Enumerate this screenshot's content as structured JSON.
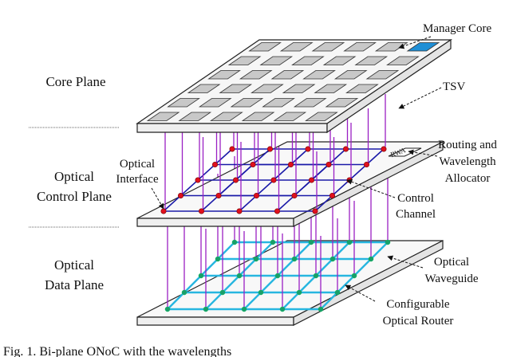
{
  "labels": {
    "core_plane": "Core Plane",
    "optical_control_plane": [
      "Optical",
      "Control Plane"
    ],
    "optical_data_plane": [
      "Optical",
      "Data Plane"
    ],
    "manager_core": "Manager Core",
    "tsv": "TSV",
    "routing_allocator": [
      "Routing and",
      "Wavelength",
      "Allocator"
    ],
    "rwa": "RWA",
    "optical_interface": [
      "Optical",
      "Interface"
    ],
    "control_channel": [
      "Control",
      "Channel"
    ],
    "optical_waveguide": [
      "Optical",
      "Waveguide"
    ],
    "configurable_router": [
      "Configurable",
      "Optical Router"
    ],
    "caption": "Fig. 1.   Bi-plane ONoC with the wavelengths"
  },
  "colors": {
    "tile": "#c8c8c8",
    "manager_tile": "#1f8fd6",
    "tsv": "#9a1fc4",
    "control_channel": "#1a1aa8",
    "control_node": "#e0101e",
    "waveguide": "#27b6e0",
    "router_node": "#1a9e6a"
  }
}
